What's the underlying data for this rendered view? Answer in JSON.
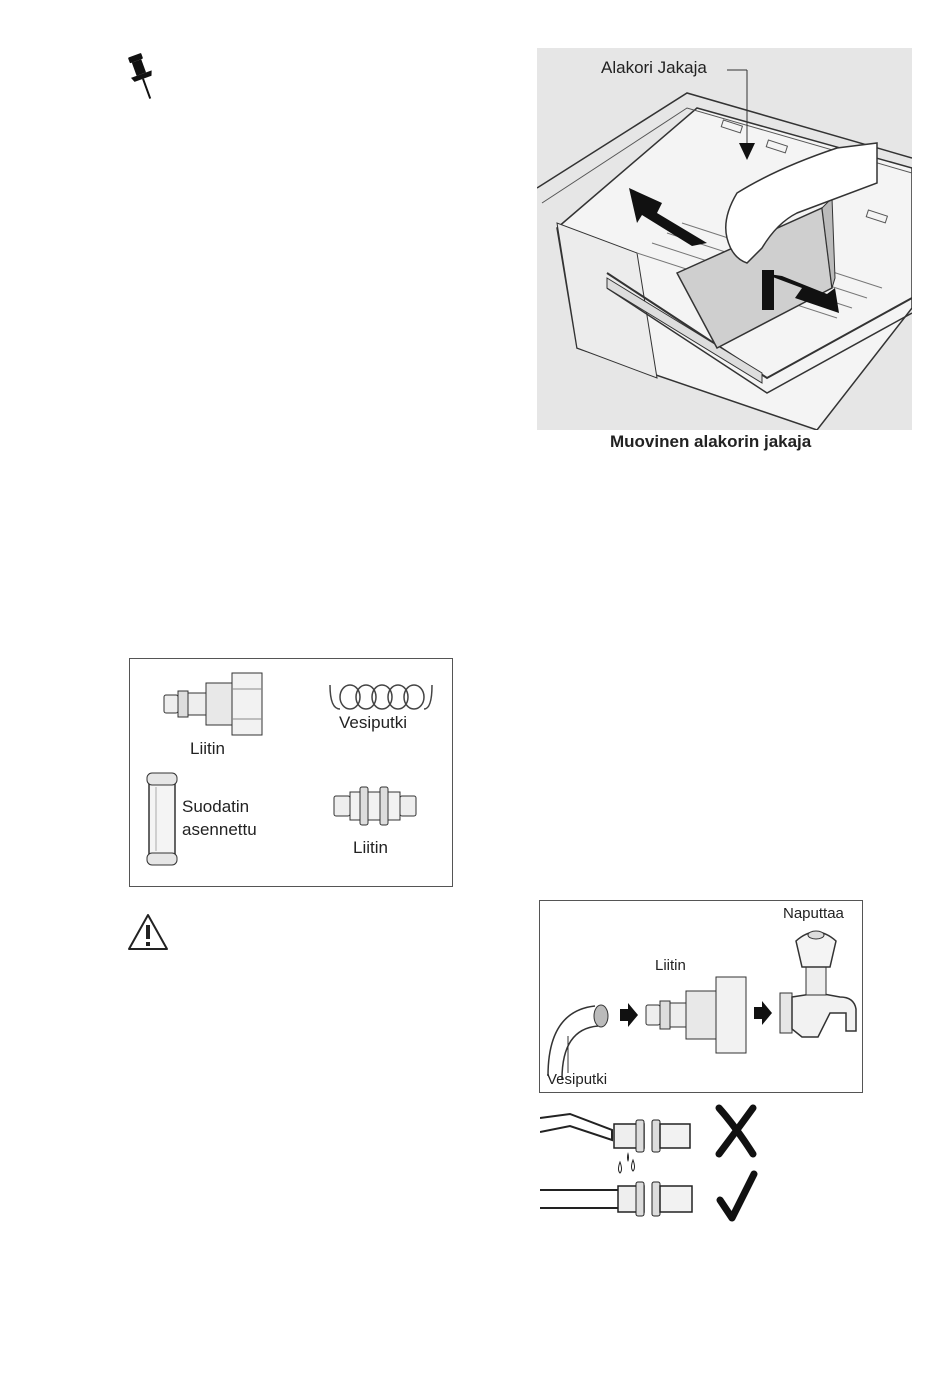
{
  "icons": {
    "note": "pushpin-icon",
    "warning": "warning-triangle-icon"
  },
  "drawer_figure": {
    "callout": "Alakori Jakaja",
    "caption": "Muovinen alakorin jakaja"
  },
  "parts_figure": {
    "connector_top": "Liitin",
    "water_pipe": "Vesiputki",
    "filter_line1": "Suodatin",
    "filter_line2": "asennettu",
    "connector_bottom": "Liitin"
  },
  "tap_figure": {
    "tap": "Naputtaa",
    "connector": "Liitin",
    "water_pipe": "Vesiputki"
  },
  "fit_figure": {
    "wrong_mark": "cross-icon",
    "right_mark": "check-icon"
  }
}
